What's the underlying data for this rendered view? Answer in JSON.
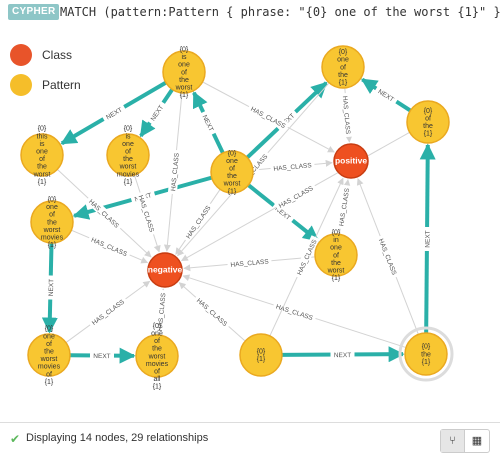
{
  "header": {
    "badge": "CYPHER",
    "query": "MATCH (pattern:Pattern { phrase: \"{0} one of the worst {1}\" })"
  },
  "legend": [
    {
      "label": "Class",
      "color": "#e8542a"
    },
    {
      "label": "Pattern",
      "color": "#f5be2a"
    }
  ],
  "colors": {
    "pattern_fill": "#f8c631",
    "pattern_stroke": "#eaa920",
    "class_fill": "#ee5020",
    "class_stroke": "#c83d12",
    "next_edge": "#2ab0a8",
    "has_class_edge": "#d3d3d3"
  },
  "nodes": [
    {
      "id": "p1",
      "type": "Pattern",
      "lines": [
        "{0}",
        "is",
        "one",
        "of",
        "the",
        "worst",
        "{1}"
      ]
    },
    {
      "id": "p2",
      "type": "Pattern",
      "lines": [
        "{0}",
        "one",
        "of",
        "the",
        "{1}"
      ]
    },
    {
      "id": "p3",
      "type": "Pattern",
      "lines": [
        "{0}",
        "this",
        "is",
        "one",
        "of",
        "the",
        "worst",
        "{1}"
      ]
    },
    {
      "id": "p4",
      "type": "Pattern",
      "lines": [
        "{0}",
        "is",
        "one",
        "of",
        "the",
        "worst",
        "movies",
        "{1}"
      ]
    },
    {
      "id": "p5",
      "type": "Pattern",
      "lines": [
        "{0}",
        "one",
        "of",
        "the",
        "worst",
        "{1}"
      ]
    },
    {
      "id": "p6",
      "type": "Pattern",
      "lines": [
        "{0}",
        "of",
        "the",
        "{1}"
      ]
    },
    {
      "id": "c1",
      "type": "Class",
      "lines": [
        "positive"
      ]
    },
    {
      "id": "p7",
      "type": "Pattern",
      "lines": [
        "{0}",
        "one",
        "of",
        "the",
        "worst",
        "movies",
        "{1}"
      ]
    },
    {
      "id": "p8",
      "type": "Pattern",
      "lines": [
        "{0}",
        "in",
        "one",
        "of",
        "the",
        "worst",
        "{1}"
      ]
    },
    {
      "id": "c2",
      "type": "Class",
      "lines": [
        "negative"
      ]
    },
    {
      "id": "p9",
      "type": "Pattern",
      "lines": [
        "{0}",
        "one",
        "of",
        "the",
        "worst",
        "movies",
        "of",
        "{1}"
      ]
    },
    {
      "id": "p10",
      "type": "Pattern",
      "lines": [
        "{0}",
        "one",
        "of",
        "the",
        "worst",
        "movies",
        "of",
        "all",
        "{1}"
      ]
    },
    {
      "id": "p11",
      "type": "Pattern",
      "lines": [
        "{0}",
        "{1}"
      ]
    },
    {
      "id": "p12",
      "type": "Pattern",
      "lines": [
        "{0}",
        "the",
        "{1}"
      ]
    }
  ],
  "edges": [
    {
      "from": "p1",
      "to": "p3",
      "label": "NEXT",
      "kind": "next"
    },
    {
      "from": "p1",
      "to": "p4",
      "label": "NEXT",
      "kind": "next"
    },
    {
      "from": "p5",
      "to": "p1",
      "label": "NEXT",
      "kind": "next"
    },
    {
      "from": "p5",
      "to": "p7",
      "label": "NEXT",
      "kind": "next"
    },
    {
      "from": "p5",
      "to": "p2",
      "label": "NEXT",
      "kind": "next"
    },
    {
      "from": "p5",
      "to": "p8",
      "label": "NEXT",
      "kind": "next"
    },
    {
      "from": "p6",
      "to": "p2",
      "label": "NEXT",
      "kind": "next"
    },
    {
      "from": "p12",
      "to": "p6",
      "label": "NEXT",
      "kind": "next"
    },
    {
      "from": "p7",
      "to": "p9",
      "label": "NEXT",
      "kind": "next"
    },
    {
      "from": "p9",
      "to": "p10",
      "label": "NEXT",
      "kind": "next"
    },
    {
      "from": "p11",
      "to": "p12",
      "label": "NEXT",
      "kind": "next"
    },
    {
      "from": "p1",
      "to": "c1",
      "label": "HAS_CLASS",
      "kind": "has"
    },
    {
      "from": "p2",
      "to": "c1",
      "label": "HAS_CLASS",
      "kind": "has"
    },
    {
      "from": "p5",
      "to": "c1",
      "label": "HAS_CLASS",
      "kind": "has"
    },
    {
      "from": "p1",
      "to": "c2",
      "label": "HAS_CLASS",
      "kind": "has"
    },
    {
      "from": "p3",
      "to": "c2",
      "label": "HAS_CLASS",
      "kind": "has"
    },
    {
      "from": "p4",
      "to": "c2",
      "label": "HAS_CLASS",
      "kind": "has"
    },
    {
      "from": "p5",
      "to": "c2",
      "label": "HAS_CLASS",
      "kind": "has"
    },
    {
      "from": "p7",
      "to": "c2",
      "label": "HAS_CLASS",
      "kind": "has"
    },
    {
      "from": "p8",
      "to": "c2",
      "label": "HAS_CLASS",
      "kind": "has"
    },
    {
      "from": "p9",
      "to": "c2",
      "label": "HAS_CLASS",
      "kind": "has"
    },
    {
      "from": "p10",
      "to": "c2",
      "label": "HAS_CLASS",
      "kind": "has"
    },
    {
      "from": "p11",
      "to": "c2",
      "label": "HAS_CLASS",
      "kind": "has"
    },
    {
      "from": "p12",
      "to": "c2",
      "label": "HAS_CLASS",
      "kind": "has"
    },
    {
      "from": "p2",
      "to": "c2",
      "label": "HAS_CLASS",
      "kind": "has"
    },
    {
      "from": "p6",
      "to": "c2",
      "label": "HAS_CLASS",
      "kind": "has"
    },
    {
      "from": "p11",
      "to": "c1",
      "label": "HAS_CLASS",
      "kind": "has"
    },
    {
      "from": "p12",
      "to": "c1",
      "label": "HAS_CLASS",
      "kind": "has"
    },
    {
      "from": "p8",
      "to": "c1",
      "label": "HAS_CLASS",
      "kind": "has"
    }
  ],
  "status": {
    "text": "Displaying 14 nodes, 29 relationships"
  },
  "view_buttons": [
    {
      "name": "graph-view",
      "glyph": "⑂"
    },
    {
      "name": "table-view",
      "glyph": "▦"
    }
  ]
}
